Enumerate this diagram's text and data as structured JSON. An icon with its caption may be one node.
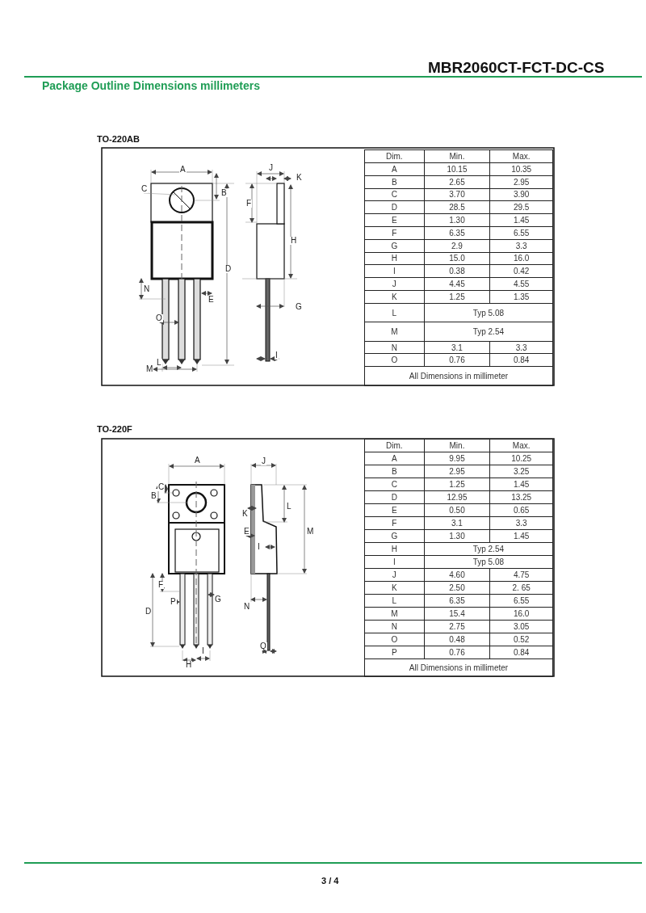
{
  "diagram": {
    "title": "Package Outline Dimensions millimeters",
    "labels": [
      "MBR2060CT-FCT-DC-CS",
      "TO-220AB",
      "A",
      "J",
      "K",
      "C",
      "B",
      "F",
      "H",
      "D",
      "N",
      "E",
      "G",
      "O",
      "I",
      "L",
      "M",
      "Dim.",
      "Min.",
      "Max.",
      "A",
      "10.15",
      "10.35",
      "B",
      "2.65",
      "2.95",
      "C",
      "3.70",
      "3.90",
      "D",
      "28.5",
      "29.5",
      "E",
      "1.30",
      "1.45",
      "F",
      "6.35",
      "6.55",
      "G",
      "2.9",
      "3.3",
      "H",
      "15.0",
      "16.0",
      "I",
      "0.38",
      "0.42",
      "J",
      "4.45",
      "4.55",
      "K",
      "1.25",
      "1.35",
      "L",
      "Typ 5.08",
      "M",
      "Typ 2.54",
      "N",
      "3.1",
      "3.3",
      "O",
      "0.76",
      "0.84",
      "All Dimensions in millimeter",
      "TO-220F",
      "A",
      "J",
      "C",
      "B",
      "L",
      "K",
      "E",
      "M",
      "I",
      "F",
      "D",
      "P",
      "G",
      "N",
      "I",
      "H",
      "Q",
      "Dim.",
      "Min.",
      "Max.",
      "A",
      "9.95",
      "10.25",
      "B",
      "2.95",
      "3.25",
      "C",
      "1.25",
      "1.45",
      "D",
      "12.95",
      "13.25",
      "E",
      "0.50",
      "0.65",
      "F",
      "3.1",
      "3.3",
      "G",
      "1.30",
      "1.45",
      "H",
      "Typ 2.54",
      "I",
      "Typ 5.08",
      "J",
      "4.60",
      "4.75",
      "K",
      "2.50",
      "2. 65",
      "L",
      "6.35",
      "6.55",
      "M",
      "15.4",
      "16.0",
      "N",
      "2.75",
      "3.05",
      "O",
      "0.48",
      "0.52",
      "P",
      "0.76",
      "0.84",
      "All Dimensions in millimeter",
      "3 / 4"
    ]
  }
}
